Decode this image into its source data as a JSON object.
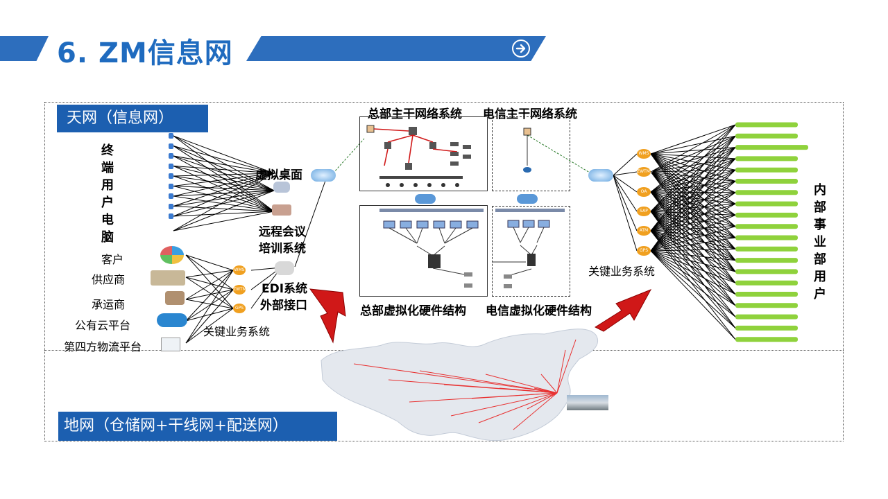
{
  "title": "6. ZM信息网",
  "banner": {
    "arrow_icon": "arrow-right-circle-icon",
    "color": "#2d6ebd"
  },
  "sky_net_label": "天网（信息网）",
  "ground_net_label": "地网（仓储网+干线网+配送网）",
  "terminal_label": [
    "终",
    "端",
    "用",
    "户",
    "电",
    "脑"
  ],
  "internal_users_label": [
    "内",
    "部",
    "事",
    "业",
    "部",
    "用",
    "户"
  ],
  "external_parties": [
    "客户",
    "供应商",
    "承运商",
    "公有云平台",
    "第四方物流平台"
  ],
  "left_key_systems_label": "关键业务系统",
  "right_key_systems_label": "关键业务系统",
  "virtual_desktop_label": "虚拟桌面",
  "remote_meeting_label": [
    "远程会议",
    "培训系统"
  ],
  "edi_label": [
    "EDI系统",
    "外部接口"
  ],
  "hq_backbone_label": "总部主干网络系统",
  "telecom_backbone_label": "电信主干网络系统",
  "hq_virtual_hw_label": "总部虚拟化硬件结构",
  "telecom_virtual_hw_label": "电信虚拟化硬件结构",
  "left_nodes": [
    "WMS",
    "ZWTMS",
    "GPS"
  ],
  "right_nodes": [
    "WMS",
    "ZWTMS",
    "OA",
    "SAP",
    "ATM",
    "GPS"
  ],
  "colors": {
    "accent": "#1f6bbf",
    "label_bg": "#1c5fb0",
    "node": "#f0a020",
    "bar": "#8fd23c",
    "arrow": "#d01818",
    "route": "#e83030"
  }
}
